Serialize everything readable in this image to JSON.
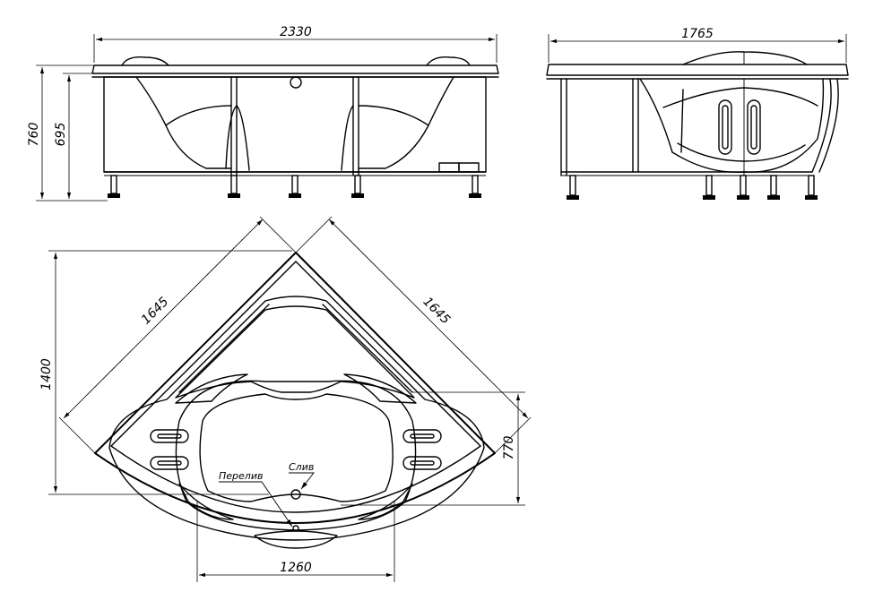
{
  "dimensions": {
    "front_length": "2330",
    "side_length": "1765",
    "total_height": "760",
    "rim_height": "695",
    "side_a": "1645",
    "side_b": "1645",
    "depth_1400": "1400",
    "inner_770": "770",
    "inner_width": "1260"
  },
  "labels": {
    "overflow": "Перелив",
    "drain": "Слив"
  }
}
